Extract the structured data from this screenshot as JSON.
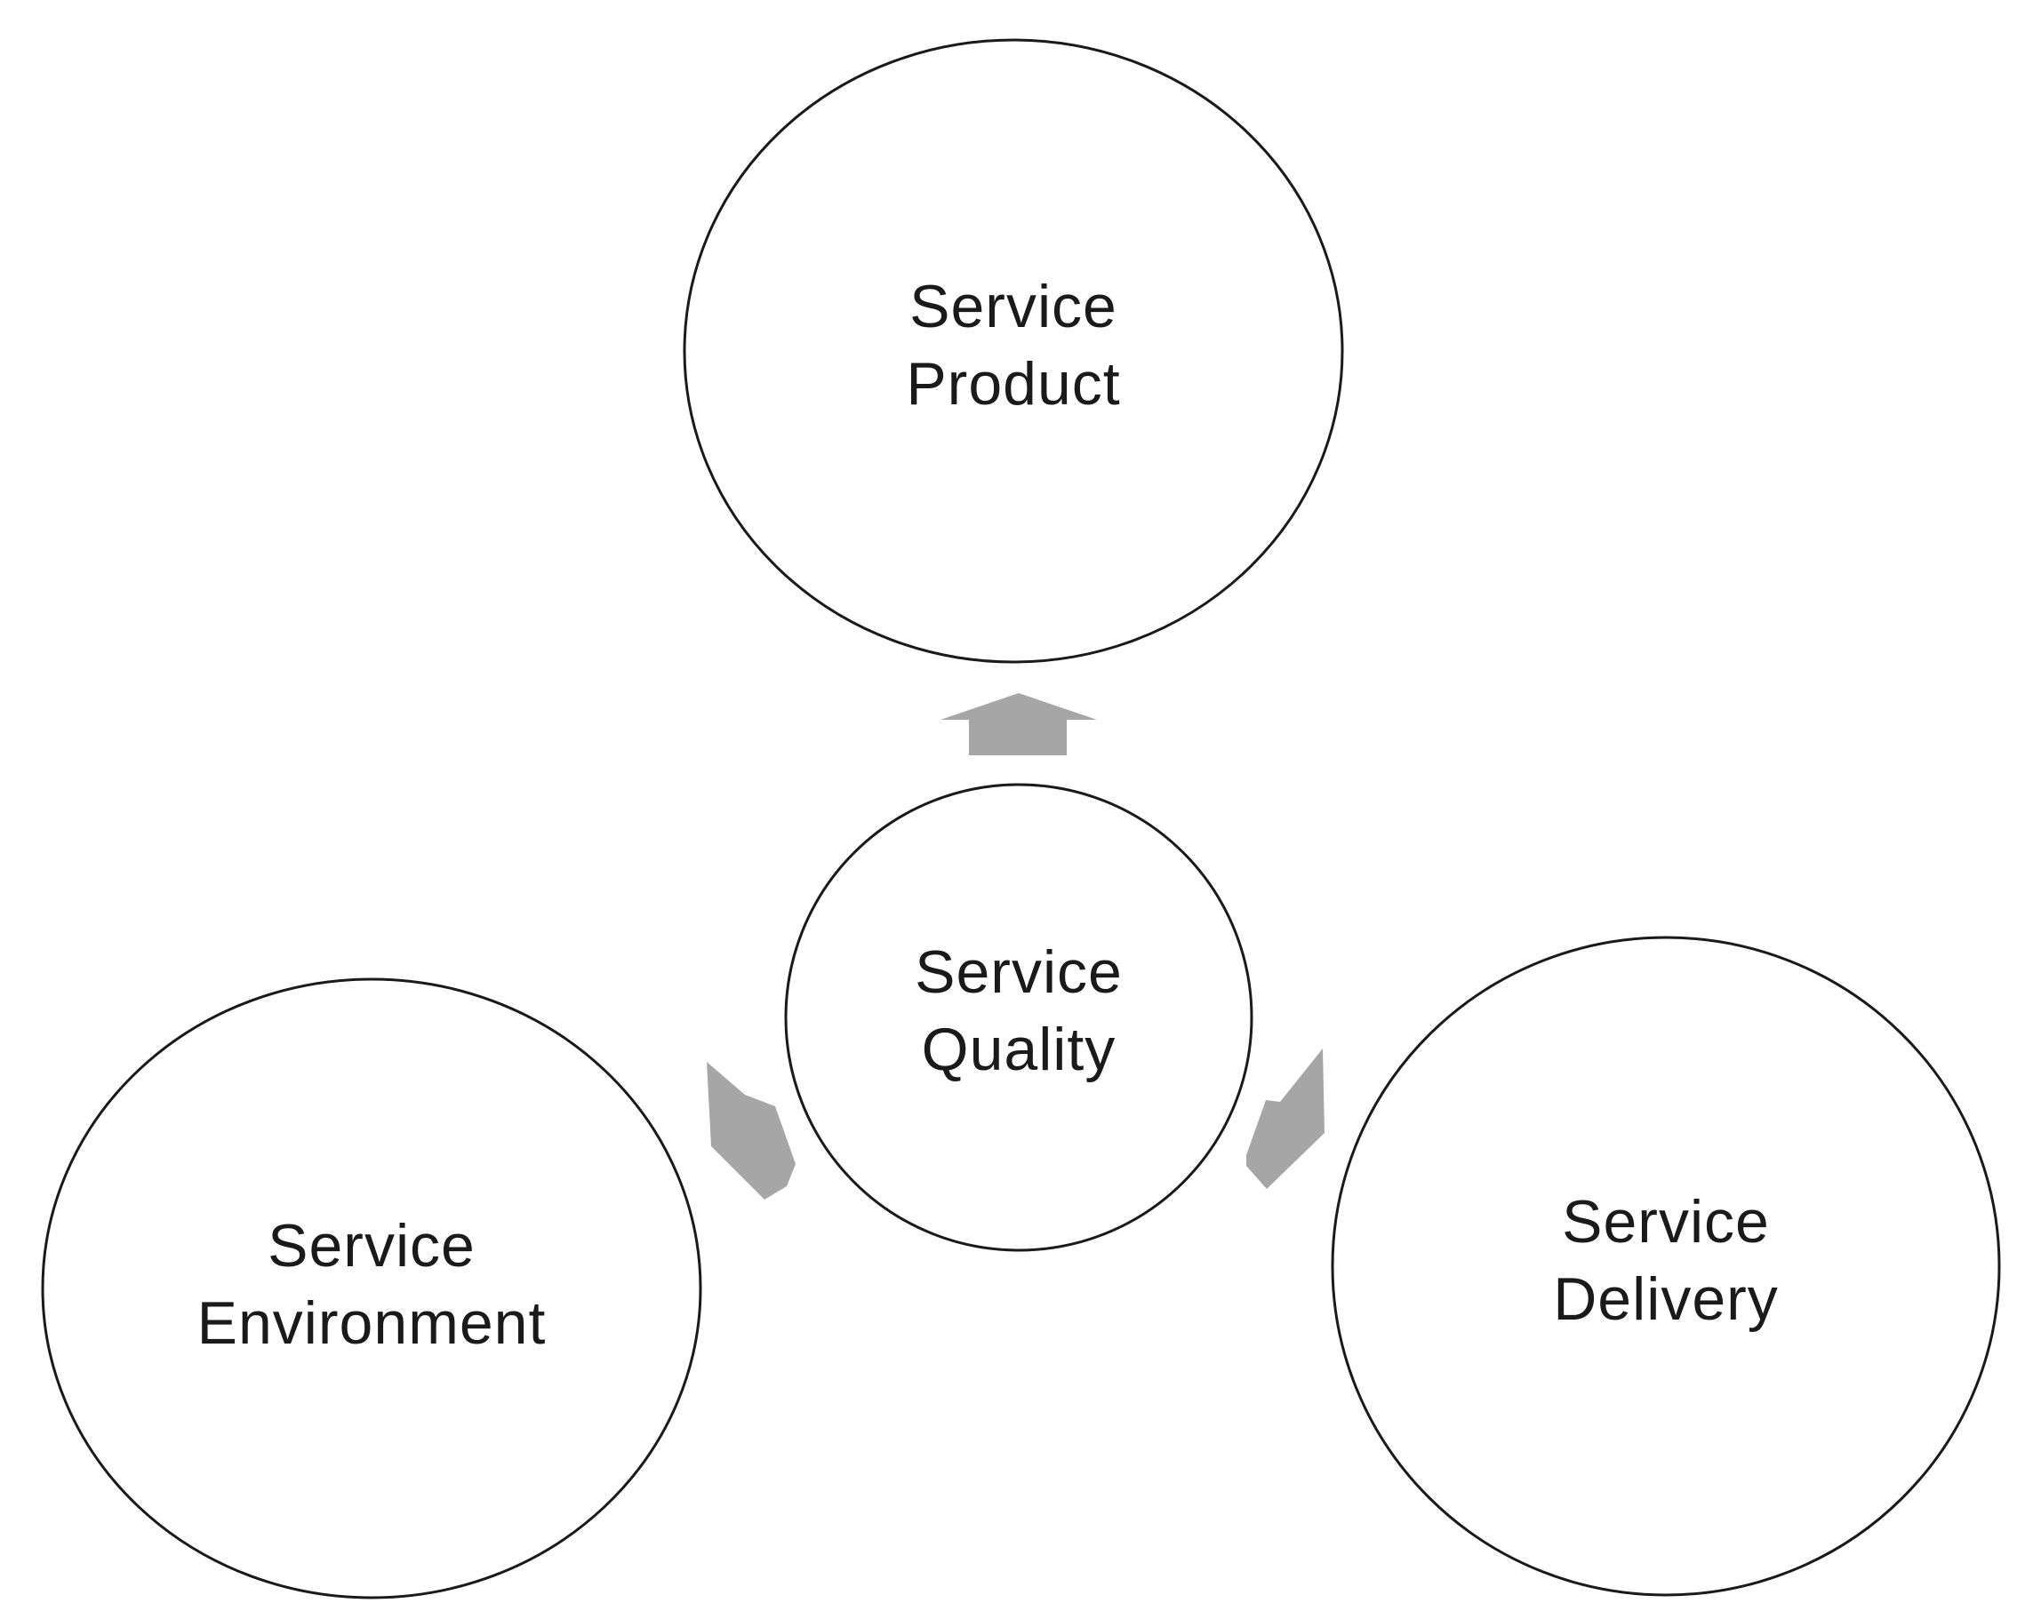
{
  "diagram": {
    "center": {
      "line1": "Service",
      "line2": "Quality"
    },
    "top": {
      "line1": "Service",
      "line2": "Product"
    },
    "left": {
      "line1": "Service",
      "line2": "Environment"
    },
    "right": {
      "line1": "Service",
      "line2": "Delivery"
    }
  },
  "colors": {
    "stroke": "#1a1a1a",
    "arrow": "#a6a6a6",
    "background": "#ffffff"
  }
}
